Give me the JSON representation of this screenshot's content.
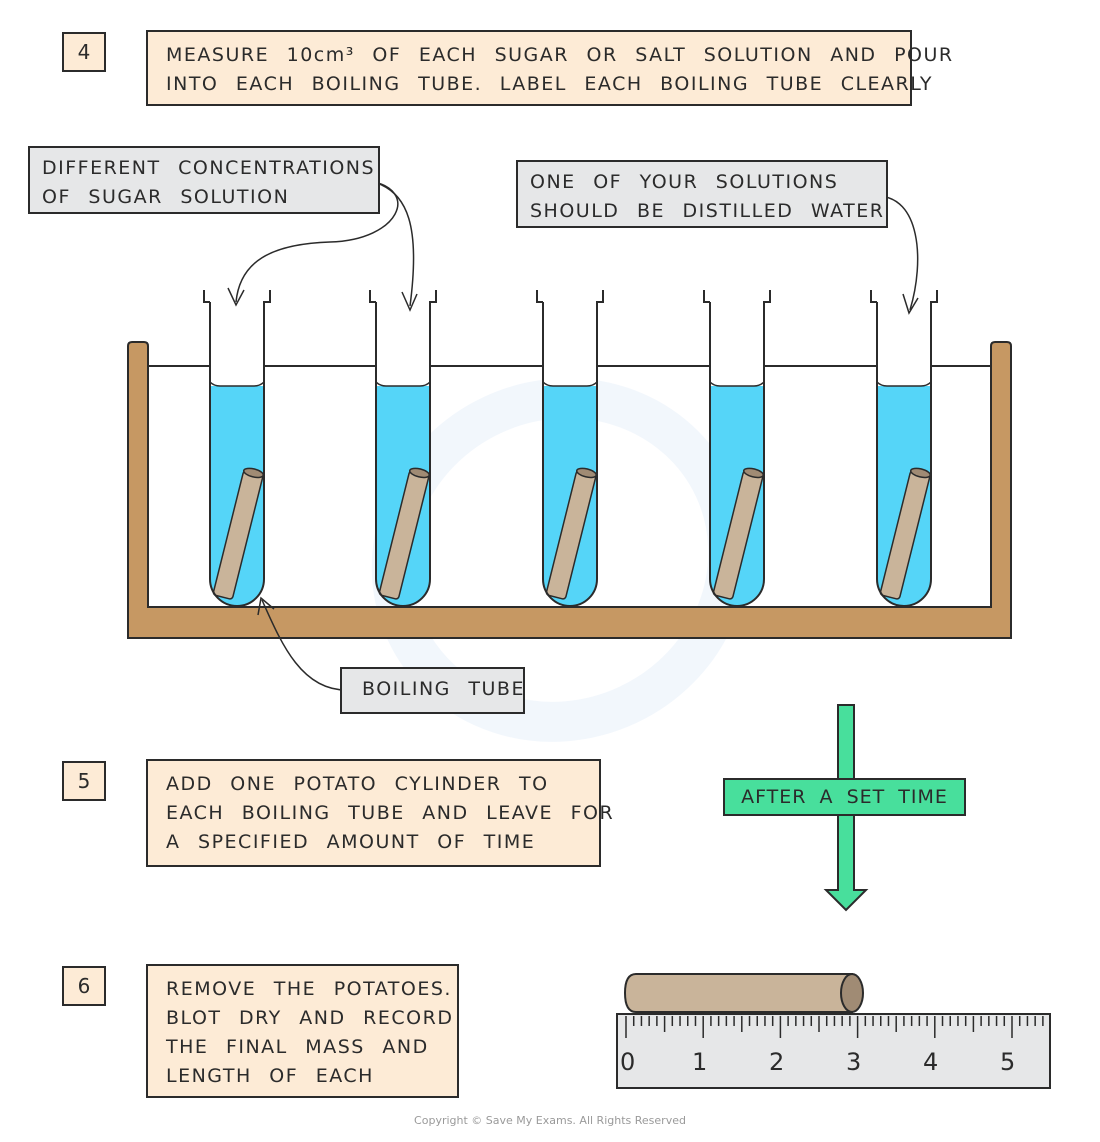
{
  "steps": [
    {
      "number": "4",
      "lines": [
        "MEASURE 10cm³ OF EACH SUGAR OR SALT SOLUTION AND POUR",
        "INTO EACH BOILING TUBE. LABEL EACH BOILING TUBE CLEARLY"
      ]
    },
    {
      "number": "5",
      "lines": [
        "ADD ONE POTATO CYLINDER TO",
        "EACH BOILING TUBE AND LEAVE FOR",
        "A SPECIFIED AMOUNT OF TIME"
      ]
    },
    {
      "number": "6",
      "lines": [
        "REMOVE THE POTATOES.",
        "BLOT DRY AND RECORD",
        "THE FINAL MASS AND",
        "LENGTH OF EACH"
      ]
    }
  ],
  "labels": {
    "concentrations": [
      "DIFFERENT CONCENTRATIONS",
      "OF SUGAR SOLUTION"
    ],
    "distilled": [
      "ONE OF YOUR SOLUTIONS",
      "SHOULD BE DISTILLED WATER"
    ],
    "boiling_tube": "BOILING TUBE",
    "after_time": "AFTER A SET TIME"
  },
  "ruler": {
    "ticks": [
      "0",
      "1",
      "2",
      "3",
      "4",
      "5"
    ]
  },
  "copyright": "Copyright © Save My Exams. All Rights Reserved",
  "colors": {
    "step_box": "#fdebd6",
    "label_tag": "#e6e7e8",
    "solution": "#55d5f8",
    "tray": "#c69863",
    "potato": "#c9b49a",
    "arrow": "#48df9c",
    "ruler": "#e6e7e8"
  }
}
